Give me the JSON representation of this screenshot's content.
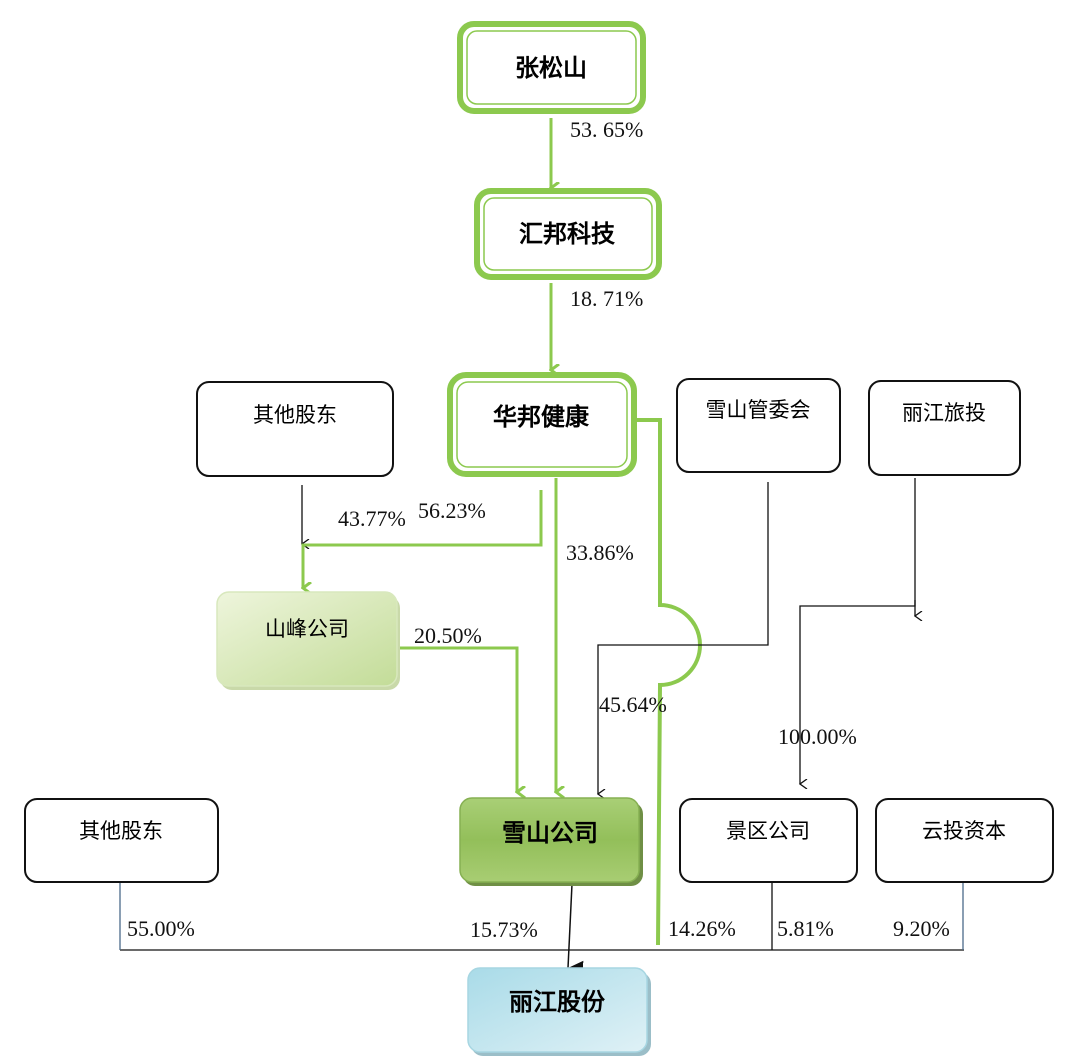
{
  "nodes": {
    "zhang": "张松山",
    "huibang": "汇邦科技",
    "huabang": "华邦健康",
    "other_top": "其他股东",
    "xueshan_committee": "雪山管委会",
    "lijiang_tour": "丽江旅投",
    "shanfeng": "山峰公司",
    "other_bottom": "其他股东",
    "xueshan": "雪山公司",
    "jingqu": "景区公司",
    "yuntou": "云投资本",
    "lijiang": "丽江股份"
  },
  "edges": {
    "zhang_huibang": "53. 65%",
    "huibang_huabang": "18. 71%",
    "other_shanfeng": "43.77%",
    "huabang_shanfeng": "56.23%",
    "huabang_xueshan": "33.86%",
    "shanfeng_xueshan": "20.50%",
    "committee_xueshan": "45.64%",
    "tour_jingqu": "100.00%",
    "other_lijiang": "55.00%",
    "xueshan_lijiang": "15.73%",
    "huabang_lijiang": "14.26%",
    "jingqu_lijiang": "5.81%",
    "yuntou_lijiang": "9.20%"
  },
  "colors": {
    "green": "#8cc94e",
    "dark_green": "#7aa84a",
    "box_border": "#111111",
    "blue_box": "#bfe3ec"
  }
}
